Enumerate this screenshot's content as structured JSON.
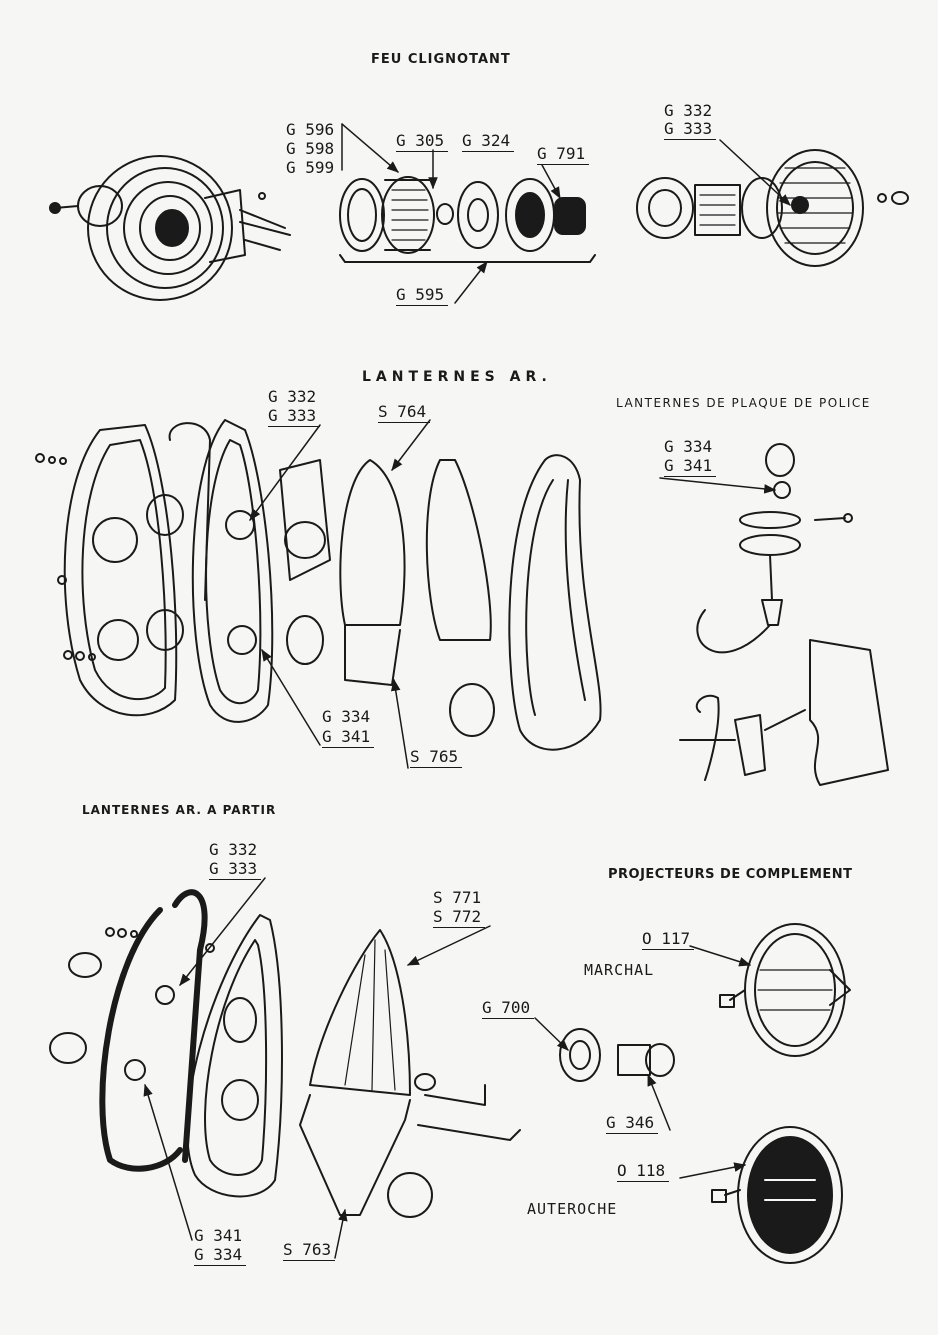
{
  "sections": {
    "feu_clignotant": {
      "title": "FEU CLIGNOTANT",
      "labels": {
        "l1": "G 596",
        "l2": "G 598",
        "l3": "G 599",
        "l4": "G 305",
        "l5": "G 324",
        "l6": "G 791",
        "l7": "G 595",
        "l8": "G 332",
        "l9": "G 333"
      }
    },
    "lanternes_ar": {
      "title": "LANTERNES AR.",
      "labels": {
        "l1": "G 332",
        "l2": "G 333",
        "l3": "S 764",
        "l4": "G 334",
        "l5": "G 341",
        "l6": "S 765"
      }
    },
    "lanternes_plaque": {
      "title": "LANTERNES DE PLAQUE DE POLICE",
      "labels": {
        "l1": "G 334",
        "l2": "G 341"
      }
    },
    "lanternes_ar_partir": {
      "title": "LANTERNES AR. A PARTIR",
      "labels": {
        "l1": "G 332",
        "l2": "G 333",
        "l3": "S 771",
        "l4": "S 772",
        "l5": "G 341",
        "l6": "G 334",
        "l7": "S 763",
        "l8": "G 700",
        "l9": "G 346"
      }
    },
    "projecteurs": {
      "title": "PROJECTEURS DE COMPLEMENT",
      "labels": {
        "l1": "O 117",
        "l2": "O 118"
      },
      "brands": {
        "b1": "MARCHAL",
        "b2": "AUTEROCHE"
      }
    }
  },
  "colors": {
    "ink": "#1a1a1a",
    "paper": "#f6f6f4"
  }
}
